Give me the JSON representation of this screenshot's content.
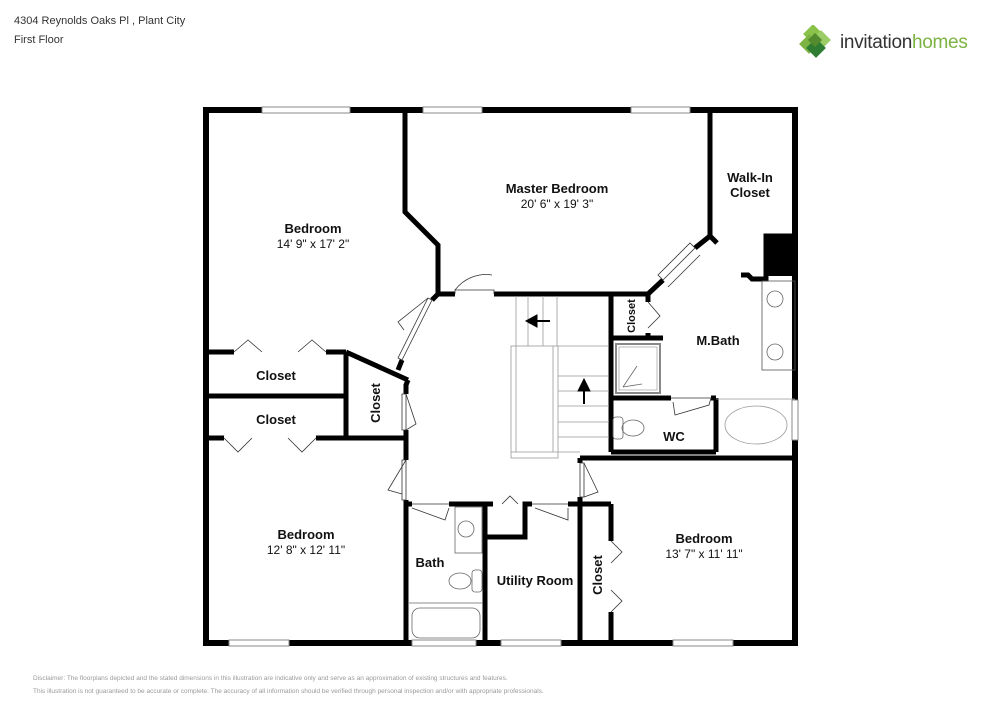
{
  "header": {
    "address": "4304 Reynolds Oaks Pl , Plant City",
    "floor": "First Floor"
  },
  "brand": {
    "name_part1": "invitation",
    "name_part2": "homes",
    "colors": {
      "dark_green": "#2e7d32",
      "light_green": "#8bc34a",
      "text": "#333333"
    }
  },
  "rooms": {
    "bedroom_nw": {
      "name": "Bedroom",
      "dims": "14' 9\" x 17' 2\""
    },
    "master_bedroom": {
      "name": "Master Bedroom",
      "dims": "20' 6\" x 19' 3\""
    },
    "walk_in_closet": {
      "name_line1": "Walk-In",
      "name_line2": "Closet"
    },
    "closet_upper": {
      "name": "Closet"
    },
    "closet_lower": {
      "name": "Closet"
    },
    "closet_vertical_left": {
      "name": "Closet"
    },
    "closet_mbath": {
      "name": "Closet"
    },
    "m_bath": {
      "name": "M.Bath"
    },
    "wc": {
      "name": "WC"
    },
    "bedroom_sw": {
      "name": "Bedroom",
      "dims": "12' 8\" x 12' 11\""
    },
    "bath": {
      "name": "Bath"
    },
    "utility_room": {
      "name": "Utility Room"
    },
    "closet_se": {
      "name": "Closet"
    },
    "bedroom_se": {
      "name": "Bedroom",
      "dims": "13' 7\" x 11' 11\""
    }
  },
  "disclaimer": {
    "line1": "Disclaimer: The floorplans depicted and the stated dimensions in this illustration are indicative only and serve as an approximation of existing structures and features.",
    "line2": "This illustration is not guaranteed to be accurate or complete. The accuracy of all information should be verified through personal inspection and/or with appropriate professionals."
  }
}
